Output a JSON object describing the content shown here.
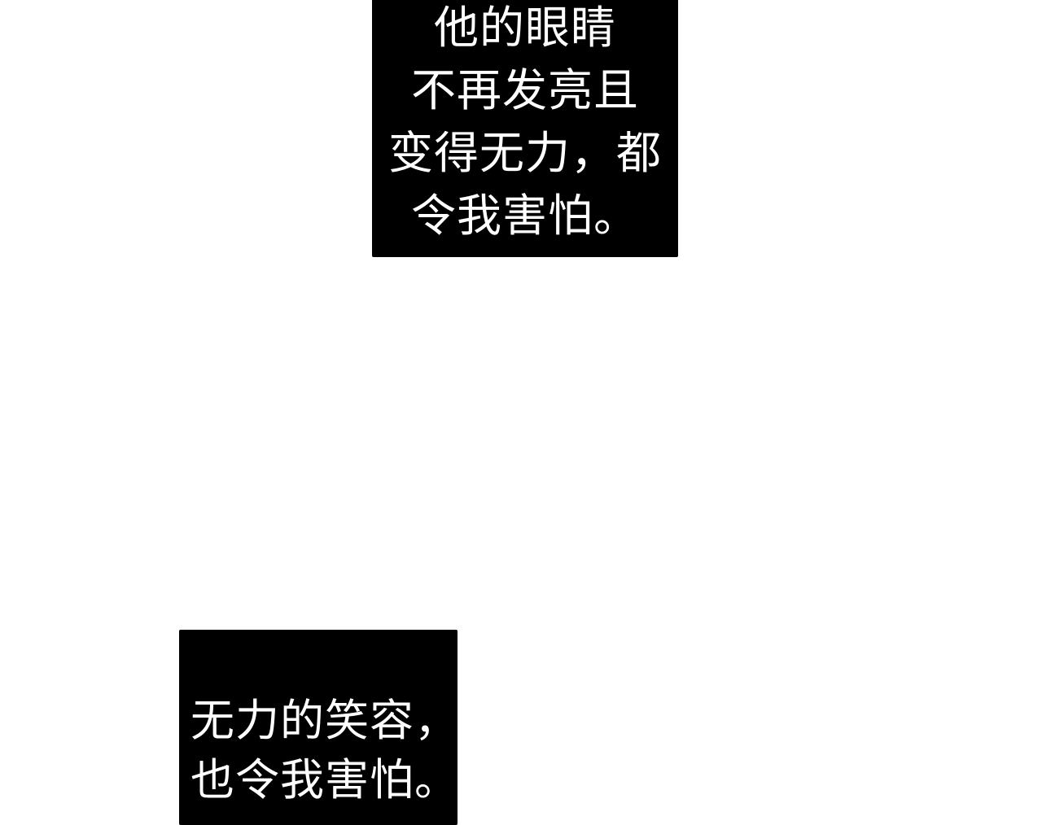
{
  "panels": [
    {
      "id": "caption-top",
      "background": "#000000",
      "text_color": "#ffffff",
      "lines": [
        "他的眼睛",
        "不再发亮且",
        "变得无力，都",
        "令我害怕。"
      ]
    },
    {
      "id": "caption-bottom",
      "background": "#000000",
      "text_color": "#ffffff",
      "lines": [
        "无力的笑容，",
        "也令我害怕。"
      ]
    }
  ],
  "page": {
    "background": "#ffffff"
  }
}
